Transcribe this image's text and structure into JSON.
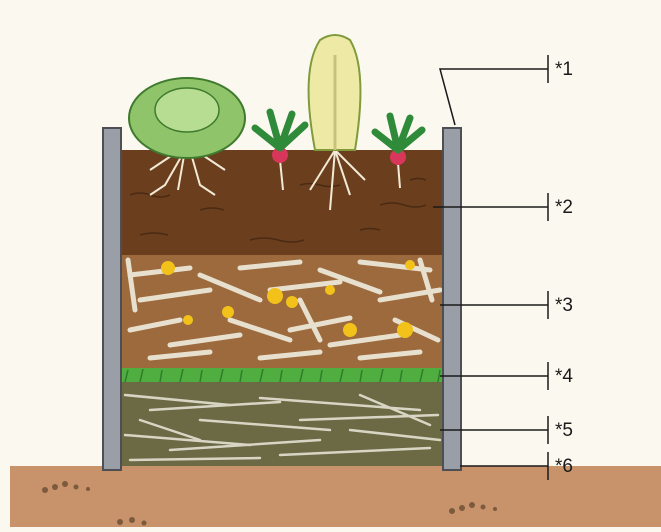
{
  "callouts": [
    {
      "id": "1",
      "label": "*1"
    },
    {
      "id": "2",
      "label": "*2"
    },
    {
      "id": "3",
      "label": "*3"
    },
    {
      "id": "4",
      "label": "*4"
    },
    {
      "id": "5",
      "label": "*5"
    },
    {
      "id": "6",
      "label": "*6"
    }
  ],
  "colors": {
    "background": "#fbf8ef",
    "frame_wall": "#9a9ea6",
    "topsoil": "#6b3f1e",
    "compost_layer": "#9c6a3d",
    "grass_layer": "#4fae3f",
    "branch_layer": "#6b6a45",
    "ground": "#c8936a",
    "flower": "#f2c21a",
    "lettuce": "#8fc46a",
    "radish_leaf": "#2f8a3a",
    "radish_root": "#d9365b",
    "cabbage": "#eeeaa6"
  }
}
